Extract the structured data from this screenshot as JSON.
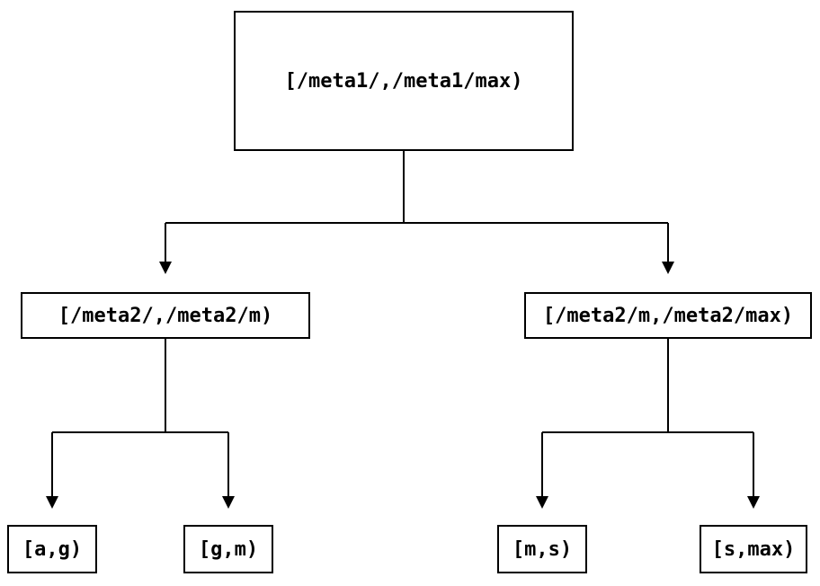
{
  "diagram": {
    "type": "interval-partition-tree",
    "background_color": "#ffffff",
    "line_color": "#000000",
    "text_color": "#000000",
    "nodes": {
      "root": {
        "label": "[/meta1/,/meta1/max)"
      },
      "meta2_low": {
        "label": "[/meta2/,/meta2/m)"
      },
      "meta2_high": {
        "label": "[/meta2/m,/meta2/max)"
      },
      "leaf_ag": {
        "label": "[a,g)"
      },
      "leaf_gm": {
        "label": "[g,m)"
      },
      "leaf_ms": {
        "label": "[m,s)"
      },
      "leaf_smax": {
        "label": "[s,max)"
      }
    },
    "edges": [
      {
        "from": "root",
        "to": "meta2_low"
      },
      {
        "from": "root",
        "to": "meta2_high"
      },
      {
        "from": "meta2_low",
        "to": "leaf_ag"
      },
      {
        "from": "meta2_low",
        "to": "leaf_gm"
      },
      {
        "from": "meta2_high",
        "to": "leaf_ms"
      },
      {
        "from": "meta2_high",
        "to": "leaf_smax"
      }
    ]
  }
}
